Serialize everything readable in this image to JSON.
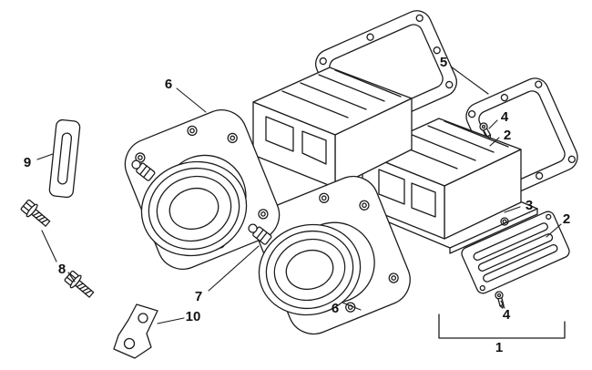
{
  "figure": {
    "kind": "exploded-parts-diagram",
    "description": "Reed valve, gaskets and carburetor flange assembly exploded view line drawing",
    "background_color": "#ffffff",
    "line_color": "#1c1c1c",
    "label_color": "#111111"
  },
  "callouts": [
    {
      "label": "9"
    },
    {
      "label": "8"
    },
    {
      "label": "6"
    },
    {
      "label": "7"
    },
    {
      "label": "10"
    },
    {
      "label": "6"
    },
    {
      "label": "5"
    },
    {
      "label": "4"
    },
    {
      "label": "2"
    },
    {
      "label": "3"
    },
    {
      "label": "2"
    },
    {
      "label": "4"
    },
    {
      "label": "1"
    }
  ]
}
